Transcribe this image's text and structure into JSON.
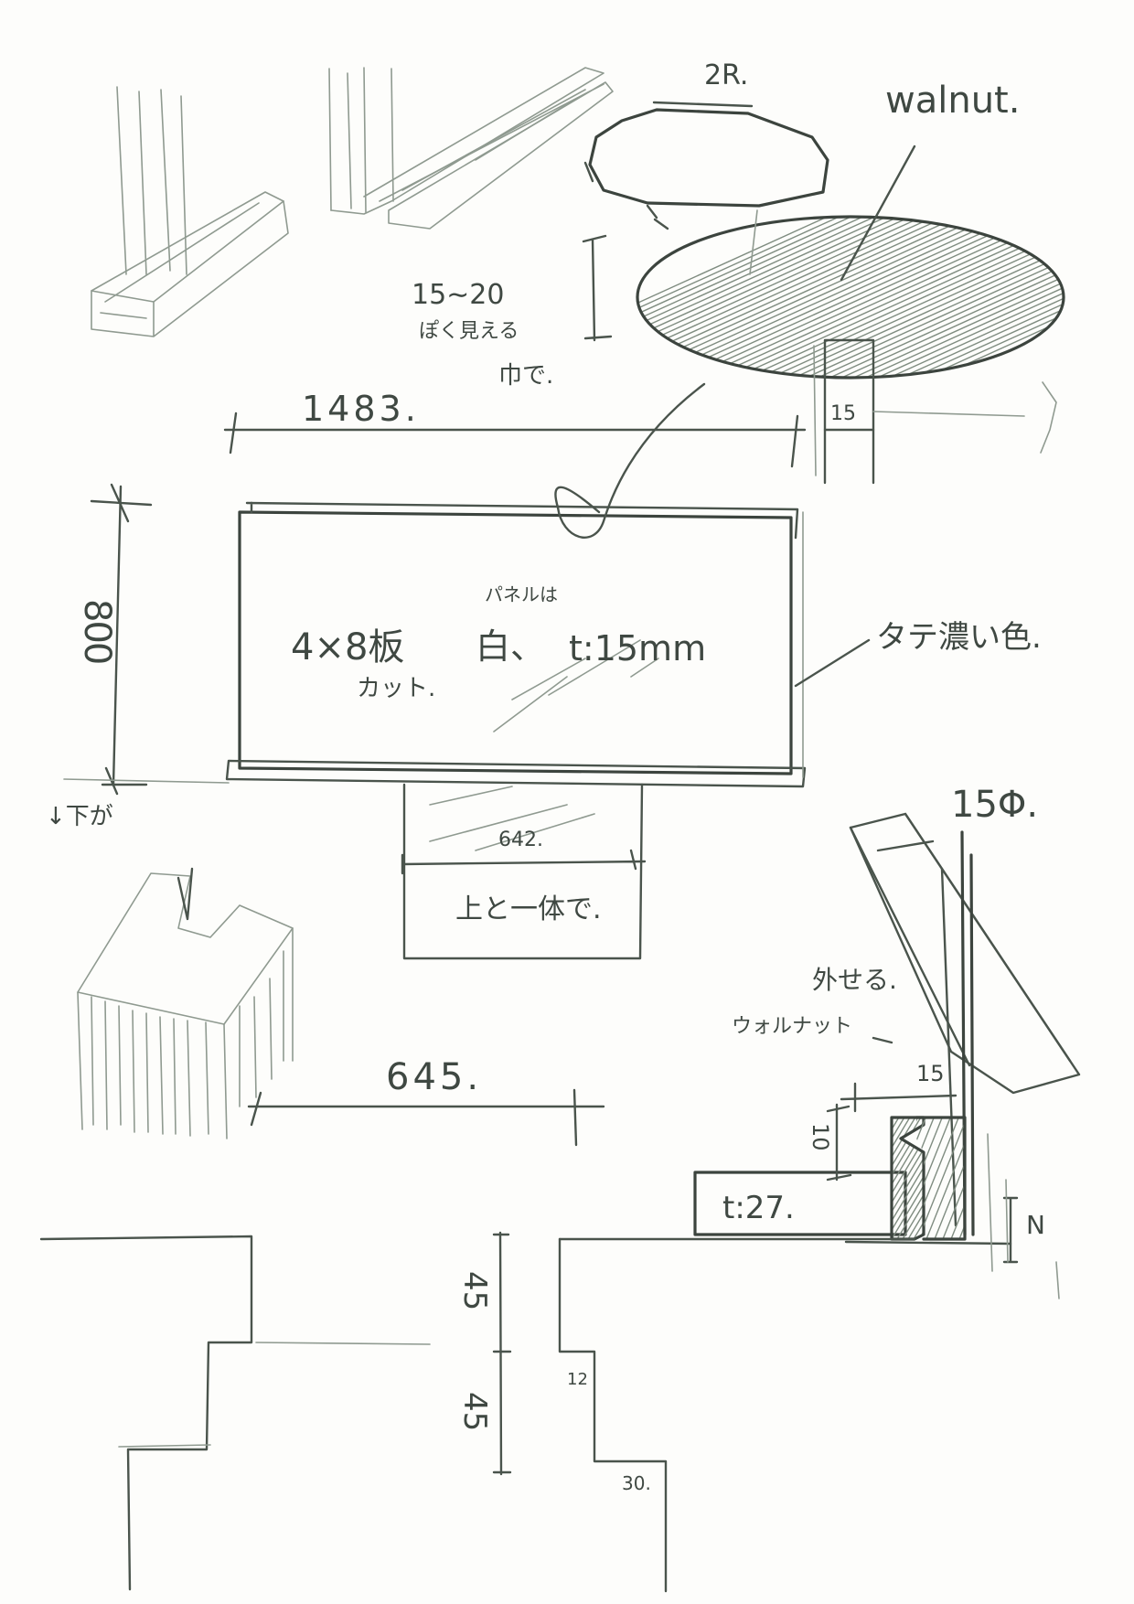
{
  "notes": {
    "material": "walnut.",
    "radius": "2R.",
    "width_dim": "1483.",
    "visible_width_a": "15∼20",
    "visible_width_b": "ぽく見える",
    "visible_width_c": "巾で.",
    "panel_thk": "15",
    "height_dim": "800",
    "panel_label": "4×8板",
    "panel_cut": "カット.",
    "panel_is": "パネルは",
    "white": "白、",
    "panel_t": "t:15mm",
    "vertical_dark": "タテ濃い色.",
    "downward": "↓下が",
    "bottom_width": "642.",
    "one_piece": "上と一体で.",
    "dim_645": "645.",
    "pole_dia": "15Φ.",
    "removable": "外せる.",
    "walnut_kana": "ウォルナット",
    "dim_15b": "15",
    "dim_10": "10",
    "t27": "t:27.",
    "dim_N": "N",
    "step_45a": "45",
    "step_45b": "45",
    "step_12": "12",
    "step_30": "30."
  }
}
